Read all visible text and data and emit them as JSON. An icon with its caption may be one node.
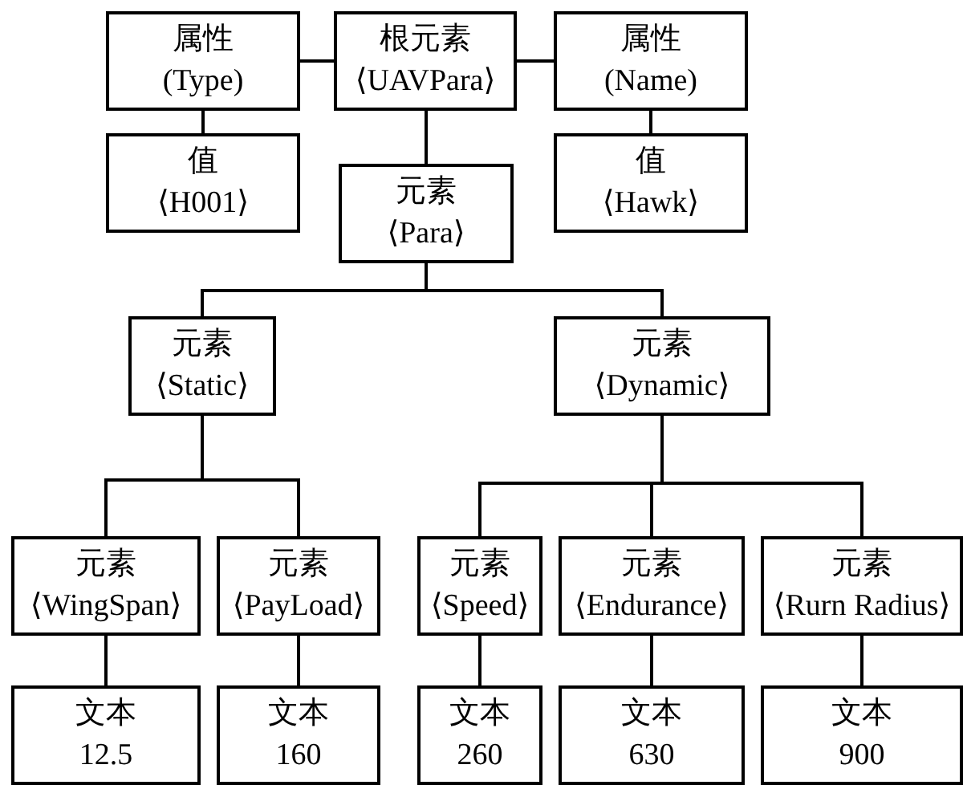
{
  "diagram": {
    "nodes": [
      {
        "text": [
          "属性",
          "(Type)"
        ]
      },
      {
        "text": [
          "根元素",
          "⟨UAVPara⟩"
        ]
      },
      {
        "text": [
          "属性",
          "(Name)"
        ]
      },
      {
        "text": [
          "值",
          "⟨H001⟩"
        ]
      },
      {
        "text": [
          "值",
          "⟨Hawk⟩"
        ]
      },
      {
        "text": [
          "元素",
          "⟨Para⟩"
        ]
      },
      {
        "text": [
          "元素",
          "⟨Static⟩"
        ]
      },
      {
        "text": [
          "元素",
          "⟨Dynamic⟩"
        ]
      },
      {
        "text": [
          "元素",
          "⟨WingSpan⟩"
        ]
      },
      {
        "text": [
          "元素",
          "⟨PayLoad⟩"
        ]
      },
      {
        "text": [
          "元素",
          "⟨Speed⟩"
        ]
      },
      {
        "text": [
          "元素",
          "⟨Endurance⟩"
        ]
      },
      {
        "text": [
          "元素",
          "⟨Rurn Radius⟩"
        ]
      },
      {
        "text": [
          "文本",
          "12.5"
        ]
      },
      {
        "text": [
          "文本",
          "160"
        ]
      },
      {
        "text": [
          "文本",
          "260"
        ]
      },
      {
        "text": [
          "文本",
          "630"
        ]
      },
      {
        "text": [
          "文本",
          "900"
        ]
      }
    ],
    "edges": [
      {
        "from": 1,
        "to": 0,
        "arrow": "none"
      },
      {
        "from": 1,
        "to": 2,
        "arrow": "none"
      },
      {
        "from": 0,
        "to": 3,
        "arrow": "none"
      },
      {
        "from": 2,
        "to": 4,
        "arrow": "none"
      },
      {
        "from": 1,
        "to": 5,
        "arrow": "none"
      },
      {
        "from": 5,
        "to": 6,
        "arrow": "none"
      },
      {
        "from": 5,
        "to": 7,
        "arrow": "none"
      },
      {
        "from": 6,
        "to": 8,
        "arrow": "none"
      },
      {
        "from": 6,
        "to": 9,
        "arrow": "none"
      },
      {
        "from": 7,
        "to": 10,
        "arrow": "none"
      },
      {
        "from": 7,
        "to": 11,
        "arrow": "none"
      },
      {
        "from": 7,
        "to": 12,
        "arrow": "none"
      },
      {
        "from": 8,
        "to": 13,
        "arrow": "none"
      },
      {
        "from": 9,
        "to": 14,
        "arrow": "none"
      },
      {
        "from": 10,
        "to": 15,
        "arrow": "none"
      },
      {
        "from": 11,
        "to": 16,
        "arrow": "none"
      },
      {
        "from": 12,
        "to": 17,
        "arrow": "none"
      }
    ]
  }
}
